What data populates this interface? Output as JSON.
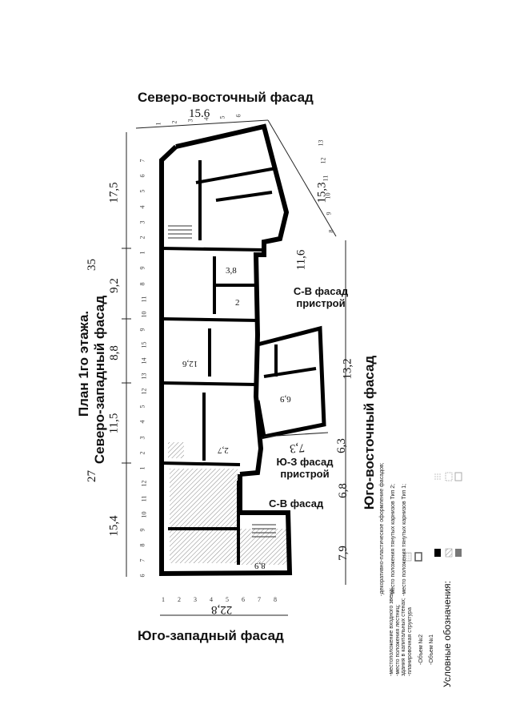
{
  "headings": {
    "north_east": "Северо-восточный фасад",
    "south_west": "Юго-западный фасад",
    "plan_line1": "План 1го этажа.",
    "plan_line2": "Северо-западный фасад",
    "south_east": "Юго-восточный фасад"
  },
  "annotations": {
    "sv_annex_l1": "С-В фасад",
    "sv_annex_l2": "пристрой",
    "yz_annex_l1": "Ю-З фасад",
    "yz_annex_l2": "пристрой",
    "sv_small": "С-В фасад"
  },
  "dimensions": {
    "top_width": "15.6",
    "diag_right": "15,3",
    "left_total_1": "35",
    "left_total_2": "27",
    "left_seg_1": "17,5",
    "left_seg_2": "9,2",
    "left_seg_3": "8,8",
    "left_seg_4": "11,5",
    "left_seg_5": "15,4",
    "right_seg_1": "11,6",
    "right_seg_2": "13,2",
    "right_seg_3": "6,3",
    "right_seg_4": "6,8",
    "right_seg_5": "7,9",
    "bottom_width": "22,8",
    "annex_diag": "7,3",
    "room_3_8": "3,8",
    "room_2": "2",
    "room_12_6": "12,6",
    "room_6_9": "6,9",
    "room_2_7": "2,7",
    "room_8_9": "8,9"
  },
  "legend": {
    "title": "Условные обозначения:",
    "items": [
      "-Объем №1",
      "-Объем №2",
      "-планировочная структура",
      "здания в капитальных стенах;",
      "-место положения лестниц;",
      "-местоположение входного звена;",
      "-место положения тянутых карнизов Тип 1;",
      "-место положения тянутых карнизов Тип 2;",
      "-декоративно-пластическое оформление фасадов;"
    ]
  },
  "axis_numbers": {
    "top": [
      "1",
      "2",
      "3",
      "4",
      "5",
      "6"
    ],
    "diag": [
      "8",
      "9",
      "10",
      "11",
      "12",
      "13"
    ],
    "left": [
      "7",
      "6",
      "5",
      "4",
      "3",
      "2",
      "1",
      "9",
      "8",
      "11",
      "10",
      "9",
      "15",
      "14",
      "13",
      "12",
      "5",
      "4",
      "3",
      "2",
      "1",
      "12",
      "11",
      "10",
      "9",
      "8",
      "7",
      "6"
    ],
    "bottom": [
      "1",
      "2",
      "3",
      "4",
      "5",
      "6",
      "7",
      "8"
    ]
  }
}
